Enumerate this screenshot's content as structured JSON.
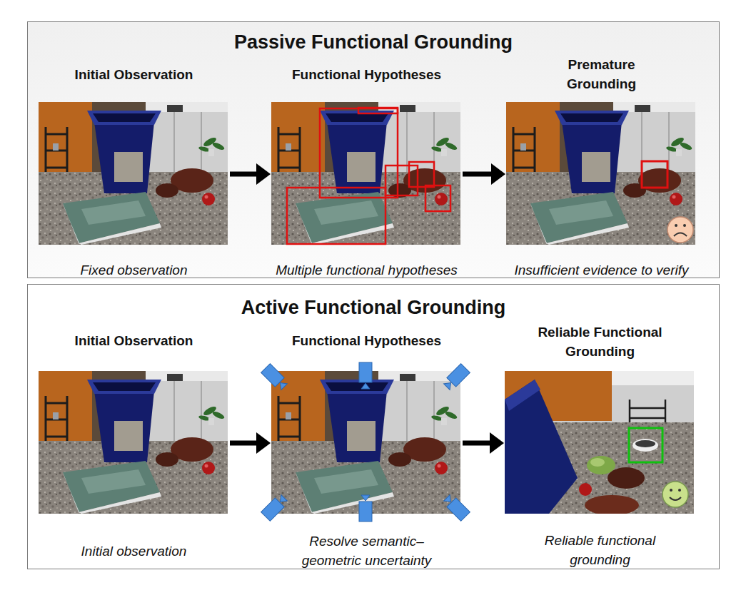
{
  "diagram": {
    "nodes": [
      {
        "text": [
          "Passive Functional Grounding"
        ]
      },
      {
        "text": [
          "Initial Observation",
          "Fixed observation"
        ],
        "in": 0
      },
      {
        "text": [
          "Functional Hypotheses",
          "Multiple functional hypotheses"
        ],
        "in": 0
      },
      {
        "text": [
          "Premature Grounding",
          "Insufficient evidence to verify"
        ],
        "in": 0
      },
      {
        "text": [
          "Active Functional Grounding"
        ]
      },
      {
        "text": [
          "Initial Observation",
          "Initial observation"
        ],
        "in": 4
      },
      {
        "text": [
          "Functional Hypotheses",
          "Resolve semantic–geometric uncertainty"
        ],
        "in": 4
      },
      {
        "text": [
          "Reliable Functional Grounding",
          "Reliable functional grounding"
        ],
        "in": 4
      }
    ],
    "edges": [
      {
        "from": 1,
        "to": 2,
        "arrow": "to"
      },
      {
        "from": 2,
        "to": 3,
        "arrow": "to"
      },
      {
        "from": 5,
        "to": 6,
        "arrow": "to"
      },
      {
        "from": 6,
        "to": 7,
        "arrow": "to"
      }
    ]
  }
}
